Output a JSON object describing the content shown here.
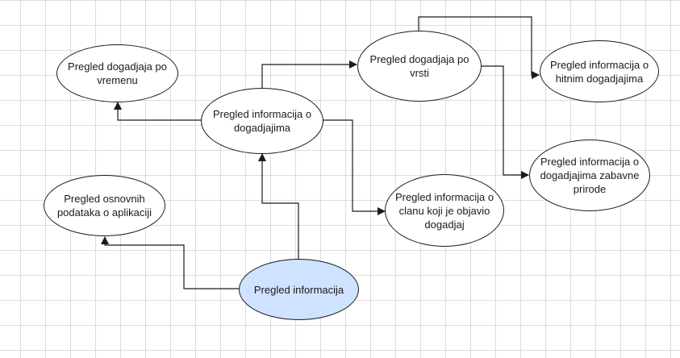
{
  "colors": {
    "highlight_fill": "#cfe2ff",
    "stroke": "#1a1a1a",
    "grid": "#dcdcdc"
  },
  "nodes": {
    "po_vremenu": "Pregled dogadjaja po vremenu",
    "informacije_o_dogadjajima": "Pregled informacija o dogadjajima",
    "po_vrsti": "Pregled dogadjaja po vrsti",
    "hitni": "Pregled informacija o hitnim dogadjajima",
    "zabavne_prirode": "Pregled informacija o dogadjajima zabavne prirode",
    "osnovni_podaci": "Pregled osnovnih podataka o aplikaciji",
    "clan": "Pregled informacija o clanu koji je objavio dogadjaj",
    "informacije": "Pregled informacija"
  },
  "edges": [
    {
      "from": "informacije",
      "to": "informacije_o_dogadjajima"
    },
    {
      "from": "informacije",
      "to": "osnovni_podaci"
    },
    {
      "from": "informacije_o_dogadjajima",
      "to": "po_vremenu"
    },
    {
      "from": "informacije_o_dogadjajima",
      "to": "po_vrsti"
    },
    {
      "from": "informacije_o_dogadjajima",
      "to": "clan"
    },
    {
      "from": "po_vrsti",
      "to": "hitni"
    },
    {
      "from": "po_vrsti",
      "to": "zabavne_prirode"
    }
  ]
}
